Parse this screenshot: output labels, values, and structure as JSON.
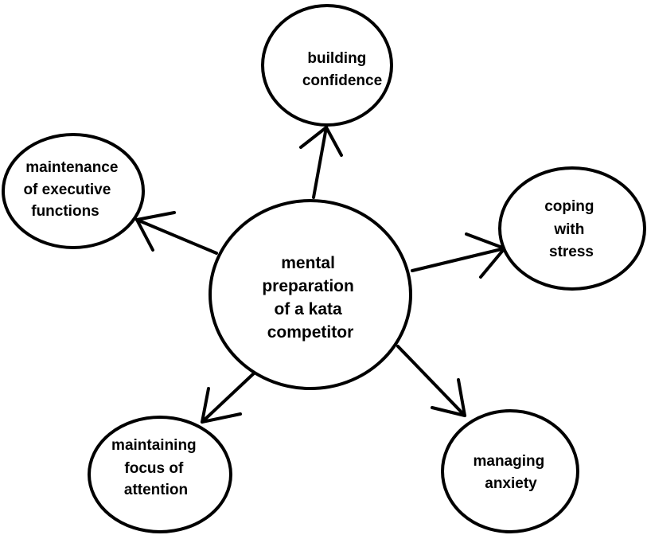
{
  "diagram": {
    "center": {
      "lines": [
        "mental",
        "preparation",
        "of a kata",
        "competitor"
      ]
    },
    "nodes": [
      {
        "id": "building-confidence",
        "lines": [
          "building",
          "confidence"
        ]
      },
      {
        "id": "coping-with-stress",
        "lines": [
          "coping",
          "with",
          "stress"
        ]
      },
      {
        "id": "managing-anxiety",
        "lines": [
          "managing",
          "anxiety"
        ]
      },
      {
        "id": "maintaining-focus-of-attention",
        "lines": [
          "maintaining",
          "focus of",
          "attention"
        ]
      },
      {
        "id": "maintenance-of-executive-functions",
        "lines": [
          "maintenance",
          "of executive",
          "functions"
        ]
      }
    ],
    "colors": {
      "stroke": "#000000",
      "background": "#ffffff"
    }
  }
}
